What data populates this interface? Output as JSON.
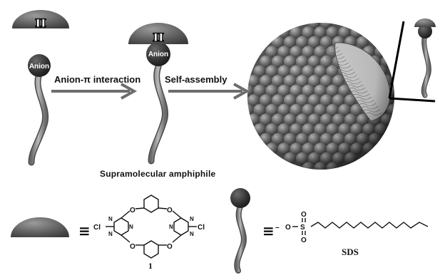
{
  "diagram": {
    "pi_symbol_top": "π",
    "pi_symbol_complex": "π",
    "anion_label_free": "Anion",
    "anion_label_complex": "Anion",
    "arrow1_label": "Anion-π interaction",
    "arrow2_label": "Self-assembly",
    "complex_caption": "Supramolecular amphiphile"
  },
  "legend": {
    "equiv_symbol_1": "≡",
    "equiv_symbol_2": "≡",
    "compound_number": "1",
    "sds_caption": "SDS",
    "chem": {
      "cl_left": "Cl",
      "cl_right": "Cl",
      "o_labels": [
        "O",
        "O",
        "O",
        "O"
      ],
      "n_labels": [
        "N",
        "N",
        "N",
        "N",
        "N",
        "N"
      ],
      "sds_o1": "O",
      "sds_o2": "O",
      "sds_o3": "O",
      "sds_s": "S",
      "sds_minus": "–"
    }
  },
  "colors": {
    "dome": "#5a5a5a",
    "dome_light": "#8a8a8a",
    "head": "#3a3a3a",
    "tail": "#8c8c8c",
    "arrow": "#6d6d6d",
    "sphere": "#7a7a7a"
  }
}
